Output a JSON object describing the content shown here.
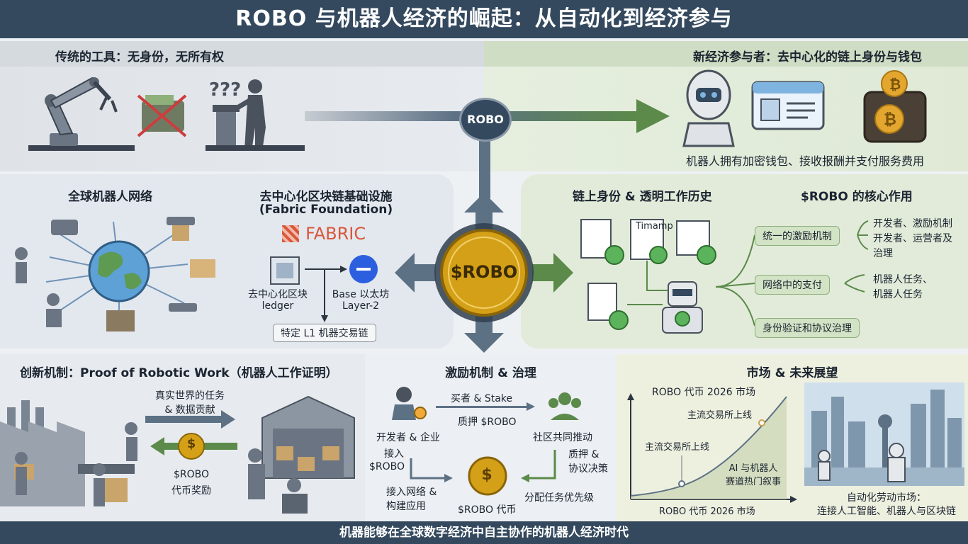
{
  "title": "ROBO 与机器人经济的崛起：从自动化到经济参与",
  "footer": "机器能够在全球数字经济中自主协作的机器人经济时代",
  "top_left": {
    "heading": "传统的工具：无身份，无所有权",
    "question_marks": "???",
    "icons": [
      "robot-arm-icon",
      "crossed-wallet-icon",
      "confused-person-icon"
    ]
  },
  "top_right": {
    "heading": "新经济参与者：去中心化的链上身份与钱包",
    "caption": "机器人拥有加密钱包、接收报酬并支付服务费用",
    "icons": [
      "humanoid-robot-icon",
      "id-card-icon",
      "bitcoin-wallet-icon"
    ]
  },
  "center": {
    "hub_label": "ROBO",
    "coin_label": "$ROBO"
  },
  "mid_left": {
    "network_title": "全球机器人网络",
    "infra_title_1": "去中心化区块链基础设施",
    "infra_title_2": "(Fabric Foundation)",
    "fabric_logo": "FABRIC",
    "ledger_label_1": "去中心化区块",
    "ledger_label_2": "ledger",
    "base_label_1": "Base 以太坊",
    "base_label_2": "Layer-2",
    "l1_label": "特定 L1 机器交易链"
  },
  "mid_right": {
    "identity_title": "链上身份 & 透明工作历史",
    "doc_label": "Timamp",
    "core_title": "$ROBO 的核心作用",
    "roles": [
      {
        "label": "统一的激励机制",
        "detail": [
          "开发者、激励机制",
          "开发者、运营者及",
          "治理"
        ]
      },
      {
        "label": "网络中的支付",
        "detail": [
          "机器人任务、",
          "机器人任务"
        ]
      },
      {
        "label": "身份验证和协议治理",
        "detail": []
      }
    ]
  },
  "bottom_left": {
    "title": "创新机制：Proof of Robotic Work（机器人工作证明）",
    "task_label_1": "真实世界的任务",
    "task_label_2": "& 数据贡献",
    "reward_label_1": "$ROBO",
    "reward_label_2": "代币奖励",
    "coin_symbol": "$"
  },
  "bottom_mid": {
    "title": "激励机制 & 治理",
    "buy_label": "买者 & Stake",
    "stake_label": "质押 $ROBO",
    "dev_label": "开发者 & 企业",
    "community_label": "社区共同推动",
    "access_label_1": "接入",
    "access_label_2": "$ROBO",
    "stake_vote_1": "质押 &",
    "stake_vote_2": "协议决策",
    "build_label_1": "接入网络 &",
    "build_label_2": "构建应用",
    "priority_label": "分配任务优先级",
    "token_label": "$ROBO 代币",
    "coin_symbol": "$"
  },
  "bottom_right": {
    "title": "市场 & 未来展望",
    "chart_title": "ROBO 代币 2026 市场",
    "annot_1": "主流交易所上线",
    "annot_2": "主流交易所上线",
    "annot_3_1": "AI 与机器人",
    "annot_3_2": "赛道热门叙事",
    "chart_xlabel": "ROBO 代币 2026 市场",
    "city_caption_1": "自动化劳动市场：",
    "city_caption_2": "连接人工智能、机器人与区块链"
  },
  "colors": {
    "header": "#34495e",
    "accent_green": "#5b8a4a",
    "gold": "#d4a017",
    "blue_gray": "#5d7185"
  }
}
